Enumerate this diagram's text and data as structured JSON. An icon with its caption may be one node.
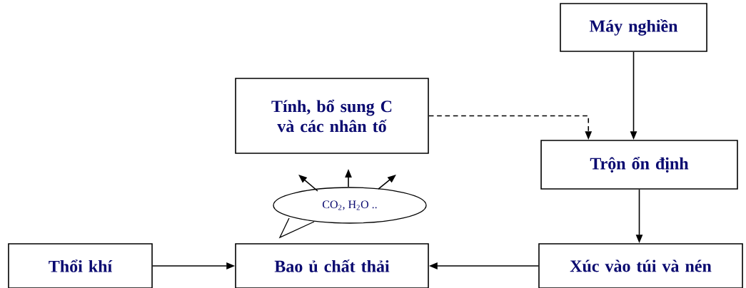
{
  "diagram": {
    "nodes": [
      {
        "text": [
          "Máy nghiền"
        ]
      },
      {
        "text": [
          "Tính, bổ sung C và các nhân tố"
        ]
      },
      {
        "text": [
          "Trộn ổn định"
        ]
      },
      {
        "text": [
          "Thổi khí"
        ]
      },
      {
        "text": [
          "Bao ủ chất thải"
        ]
      },
      {
        "text": [
          "Xúc vào túi và nén"
        ]
      },
      {
        "text": [
          "CO$_{2}$, H$_{2}$O .."
        ]
      }
    ],
    "edges": [
      {
        "from": 0,
        "to": 2,
        "arrow": "to"
      },
      {
        "from": 1,
        "to": 2,
        "arrow": "to",
        "style": "dashed"
      },
      {
        "from": 2,
        "to": 5,
        "arrow": "to"
      },
      {
        "from": 5,
        "to": 4,
        "arrow": "to"
      },
      {
        "from": 3,
        "to": 4,
        "arrow": "to"
      },
      {
        "from": 6,
        "to": null,
        "arrow": "to"
      },
      {
        "from": 6,
        "to": null,
        "arrow": "to"
      },
      {
        "from": 6,
        "to": null,
        "arrow": "to"
      }
    ]
  }
}
